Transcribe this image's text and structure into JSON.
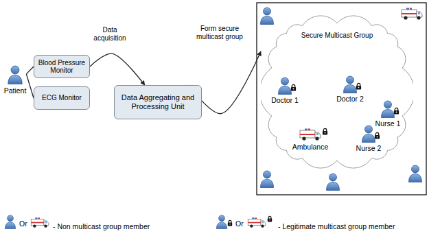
{
  "diagram": {
    "nodes": [
      {
        "text": [
          "Patient"
        ]
      },
      {
        "text": [
          "Blood Pressure Monitor"
        ]
      },
      {
        "text": [
          "ECG Monitor"
        ]
      },
      {
        "text": [
          "Data Aggregating and Processing Unit"
        ]
      },
      {
        "text": [
          "Secure Multicast Group"
        ]
      },
      {
        "text": [
          "Doctor 1"
        ],
        "in": 4
      },
      {
        "text": [
          "Doctor 2"
        ],
        "in": 4
      },
      {
        "text": [
          "Nurse 1"
        ],
        "in": 4
      },
      {
        "text": [
          "Ambulance"
        ],
        "in": 4
      },
      {
        "text": [
          "Nurse 2"
        ],
        "in": 4
      }
    ],
    "edges": [
      {
        "from": 0,
        "to": 1,
        "arrow": "none"
      },
      {
        "from": 0,
        "to": 2,
        "arrow": "none"
      },
      {
        "from": 1,
        "to": 3,
        "arrow": "to",
        "label": "Data acquisition"
      },
      {
        "from": 3,
        "to": 4,
        "arrow": "to",
        "label": "Form secure multicast group"
      }
    ],
    "labels": [
      "Or",
      "Or"
    ],
    "legend": [
      {
        "text": "- Non multicast group member"
      },
      {
        "text": "- Legitimate multicast group member"
      }
    ]
  }
}
